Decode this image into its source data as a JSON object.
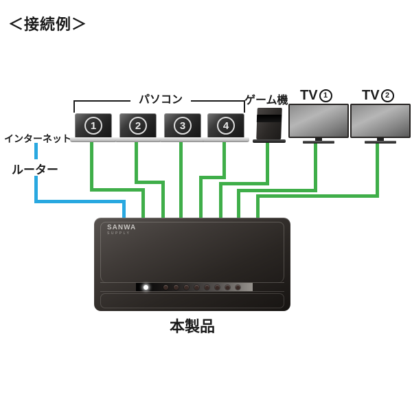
{
  "title": "＜接続例＞",
  "colors": {
    "cable_green": "#3fae49",
    "cable_blue": "#29a8e0"
  },
  "left_labels": {
    "internet": "インターネット",
    "router": "ルーター"
  },
  "pc_group": {
    "label": "パソコン"
  },
  "laptops": [
    {
      "num": "1"
    },
    {
      "num": "2"
    },
    {
      "num": "3"
    },
    {
      "num": "4"
    }
  ],
  "game": {
    "label": "ゲーム機"
  },
  "tvs": [
    {
      "prefix": "TV",
      "num": "1"
    },
    {
      "prefix": "TV",
      "num": "2"
    }
  ],
  "product": {
    "label": "本製品",
    "brand": "SANWA",
    "brand_sub": "SUPPLY",
    "port_led_count": 8
  }
}
